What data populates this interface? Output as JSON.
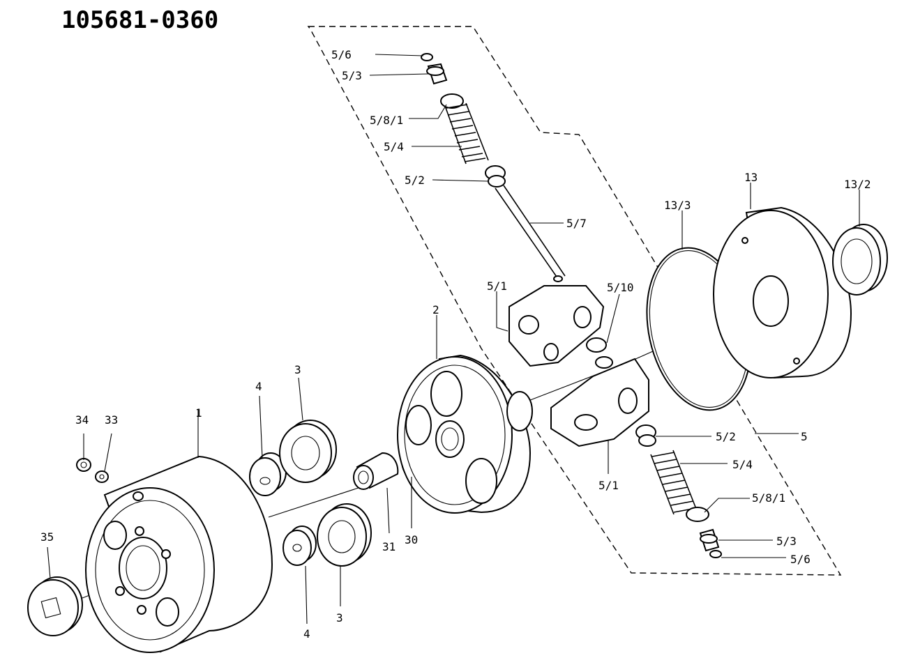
{
  "drawing_number": "105681-0360",
  "callouts": {
    "c_5_6_top": "5/6",
    "c_5_3_top": "5/3",
    "c_5_8_1_top": "5/8/1",
    "c_5_4_top": "5/4",
    "c_5_2_top": "5/2",
    "c_5_7": "5/7",
    "c_5_1_top": "5/1",
    "c_5_10": "5/10",
    "c_13_3": "13/3",
    "c_13": "13",
    "c_13_2": "13/2",
    "c_2": "2",
    "c_5_2_bot": "5/2",
    "c_5": "5",
    "c_5_4_bot": "5/4",
    "c_5_1_bot": "5/1",
    "c_5_8_1_bot": "5/8/1",
    "c_5_3_bot": "5/3",
    "c_5_6_bot": "5/6",
    "c_34": "34",
    "c_33": "33",
    "c_1": "1",
    "c_4_top": "4",
    "c_3_top": "3",
    "c_31": "31",
    "c_30": "30",
    "c_35": "35",
    "c_4_bot": "4",
    "c_3_bot": "3"
  }
}
